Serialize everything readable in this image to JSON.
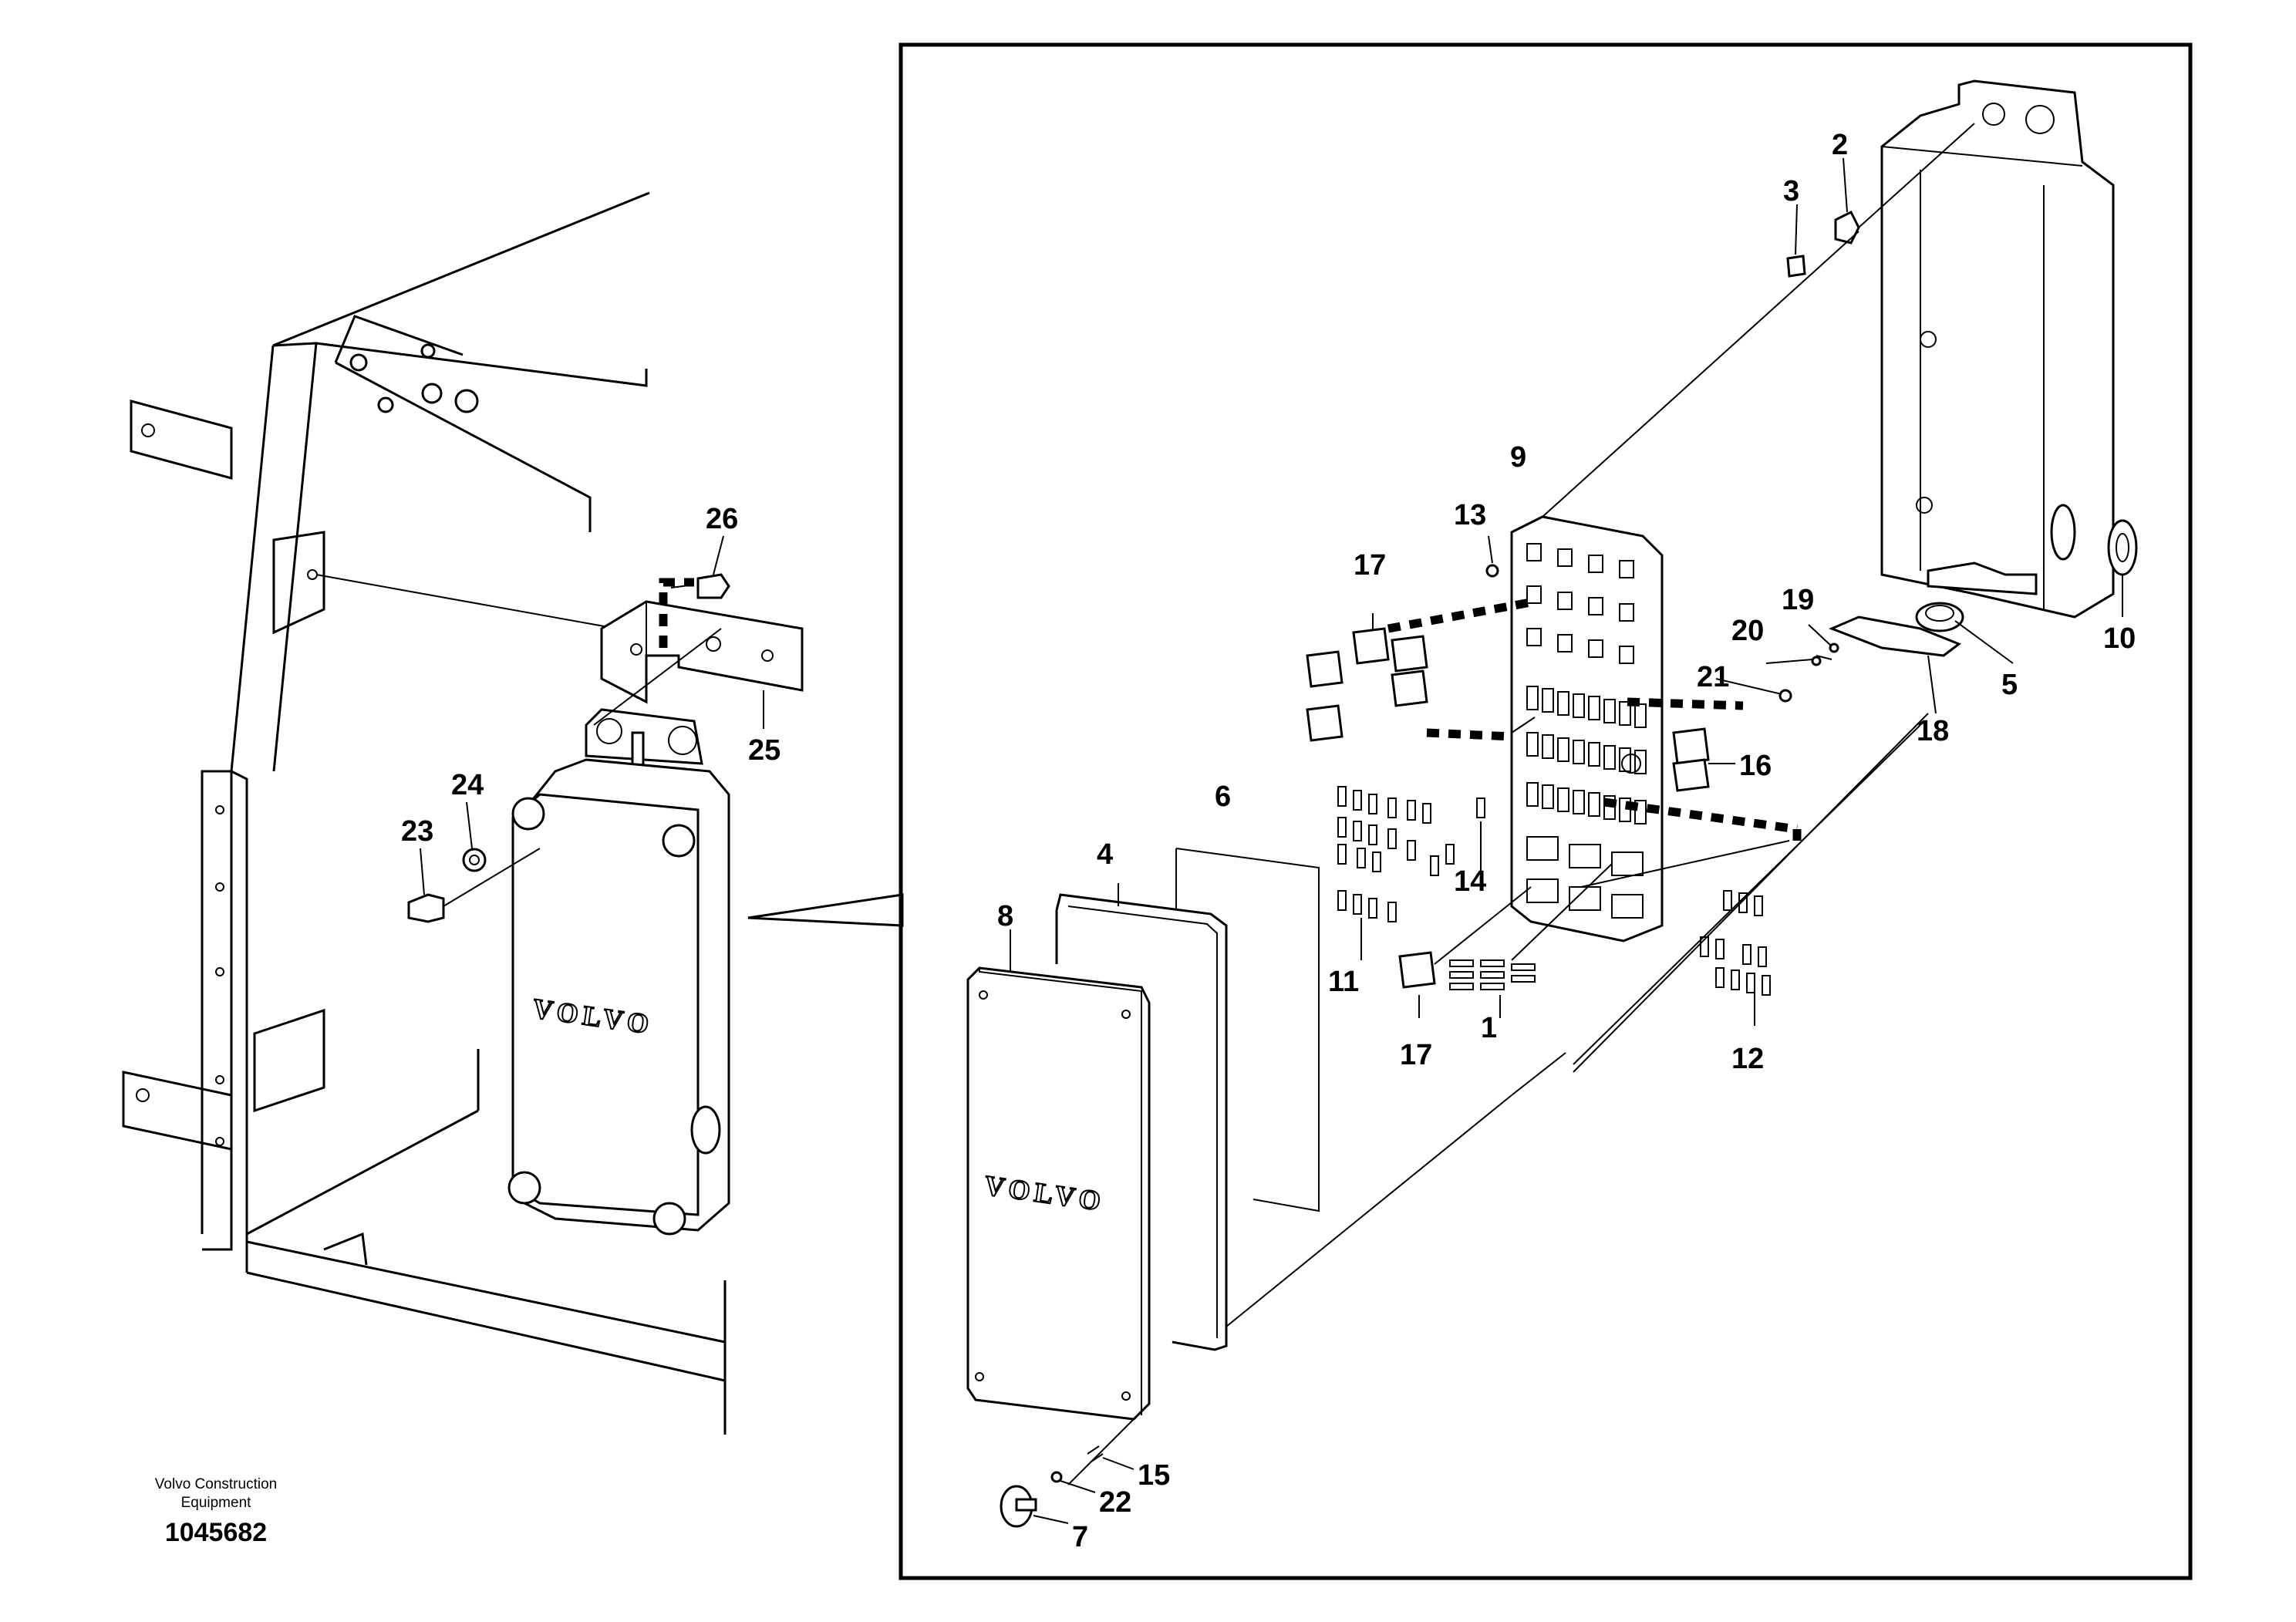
{
  "diagram": {
    "callouts": [
      {
        "id": "c1",
        "label": "1"
      },
      {
        "id": "c2",
        "label": "2"
      },
      {
        "id": "c3",
        "label": "3"
      },
      {
        "id": "c4",
        "label": "4"
      },
      {
        "id": "c5",
        "label": "5"
      },
      {
        "id": "c6",
        "label": "6"
      },
      {
        "id": "c7",
        "label": "7"
      },
      {
        "id": "c8",
        "label": "8"
      },
      {
        "id": "c9",
        "label": "9"
      },
      {
        "id": "c10",
        "label": "10"
      },
      {
        "id": "c11",
        "label": "11"
      },
      {
        "id": "c12",
        "label": "12"
      },
      {
        "id": "c13",
        "label": "13"
      },
      {
        "id": "c14",
        "label": "14"
      },
      {
        "id": "c15",
        "label": "15"
      },
      {
        "id": "c16",
        "label": "16"
      },
      {
        "id": "c17a",
        "label": "17"
      },
      {
        "id": "c17b",
        "label": "17"
      },
      {
        "id": "c18",
        "label": "18"
      },
      {
        "id": "c19",
        "label": "19"
      },
      {
        "id": "c20",
        "label": "20"
      },
      {
        "id": "c21",
        "label": "21"
      },
      {
        "id": "c22",
        "label": "22"
      },
      {
        "id": "c23",
        "label": "23"
      },
      {
        "id": "c24",
        "label": "24"
      },
      {
        "id": "c25",
        "label": "25"
      },
      {
        "id": "c26",
        "label": "26"
      }
    ],
    "logo_text": "VOLVO"
  },
  "footer": {
    "brand_line1": "Volvo Construction",
    "brand_line2": "Equipment",
    "drawing_number": "1045682"
  }
}
